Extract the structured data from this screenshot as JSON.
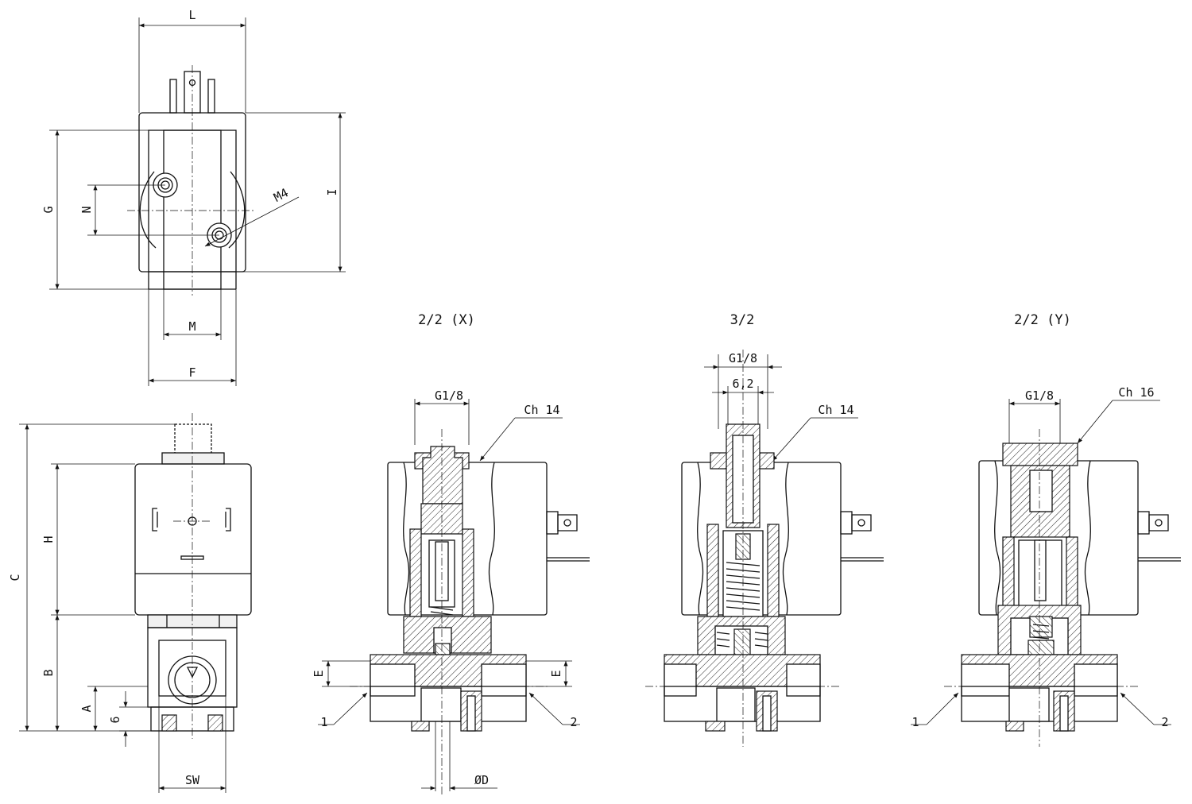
{
  "views": {
    "x22": {
      "title": "2/2 (X)",
      "port": "G1/8",
      "hex": "Ch 14",
      "inlet": "1",
      "outlet": "2"
    },
    "y32": {
      "title": "3/2",
      "port": "G1/8",
      "bore": "6,2",
      "hex": "Ch 14"
    },
    "y22": {
      "title": "2/2 (Y)",
      "port": "G1/8",
      "hex": "Ch 16",
      "inlet": "1",
      "outlet": "2"
    }
  },
  "dimensions": {
    "L": "L",
    "G": "G",
    "N": "N",
    "M4": "M4",
    "I": "I",
    "M": "M",
    "F": "F",
    "C": "C",
    "H": "H",
    "B": "B",
    "A": "A",
    "six": "6",
    "SW": "SW",
    "E": "E",
    "OD": "ØD"
  }
}
